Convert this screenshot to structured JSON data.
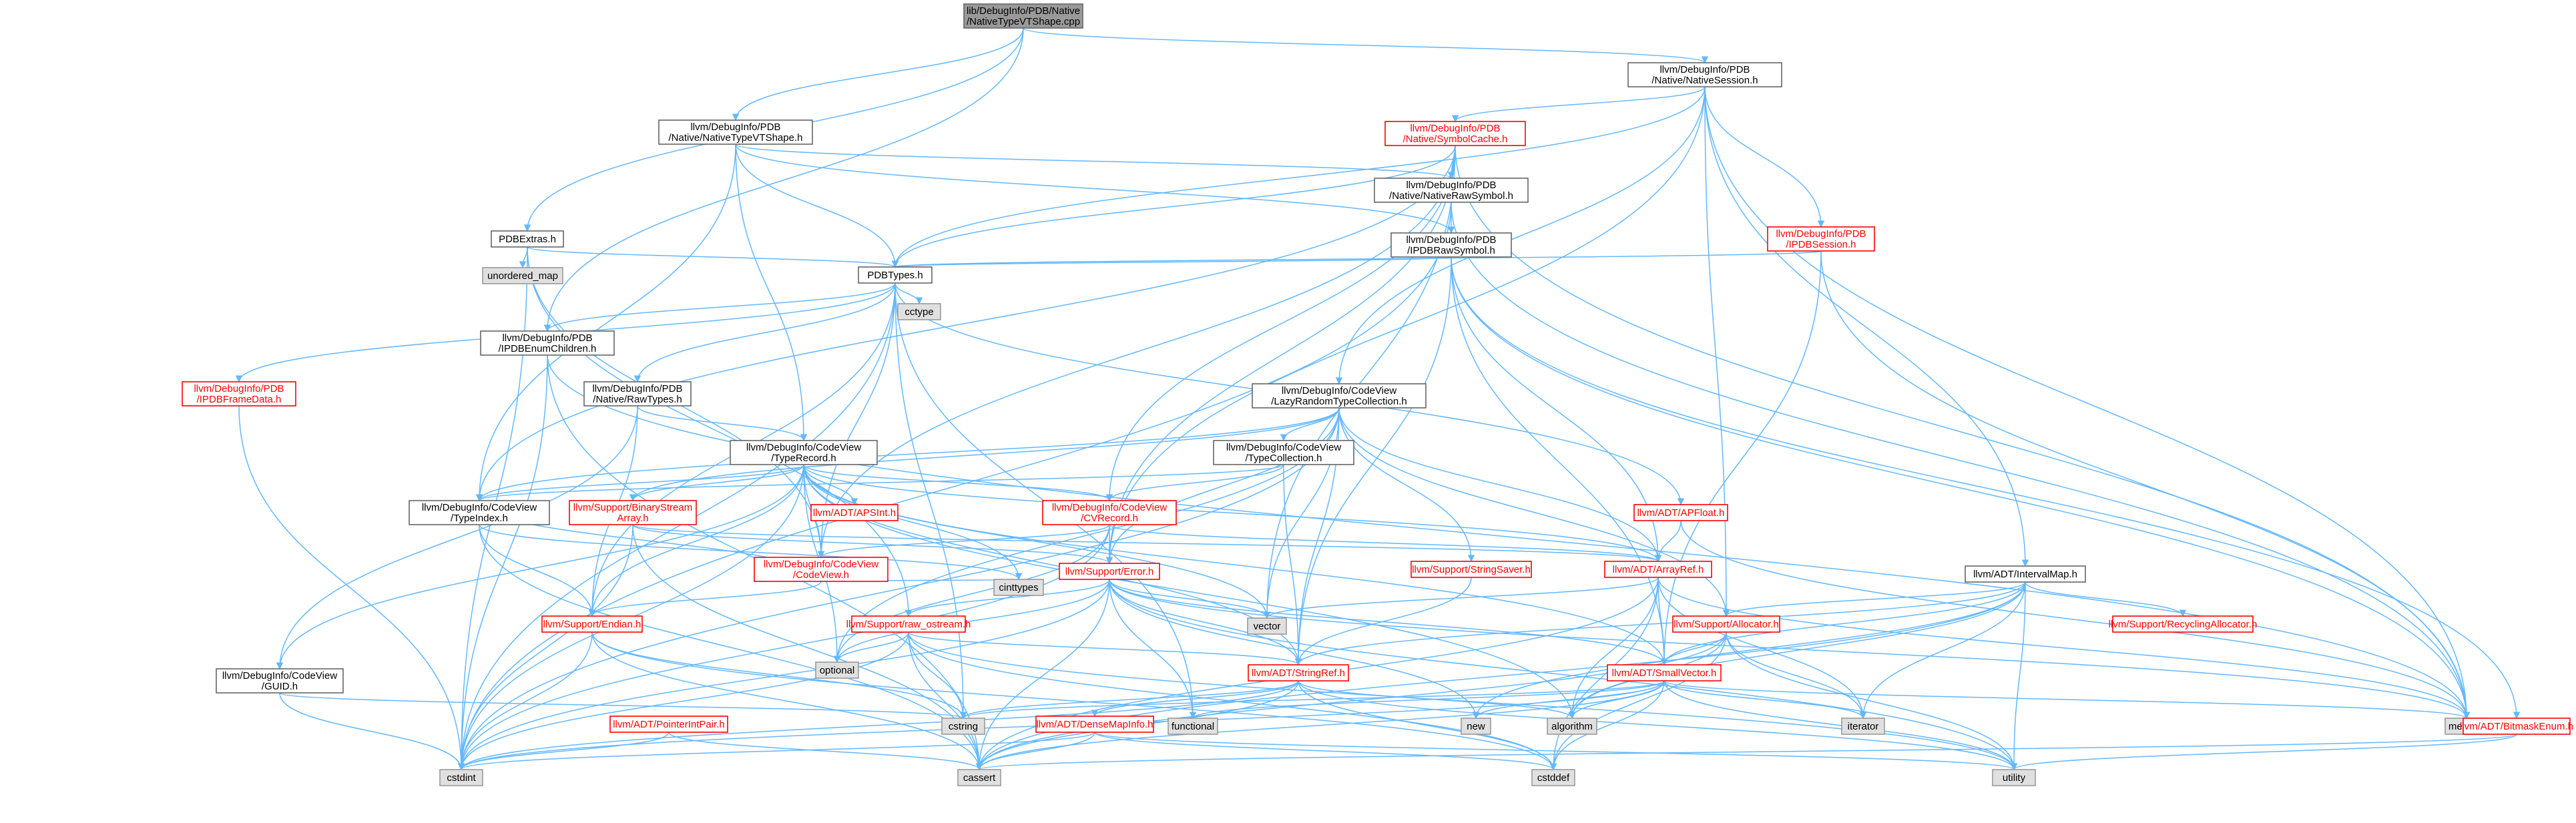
{
  "graph": {
    "colors": {
      "edge": "#63b8ff",
      "root_fill": "#999999",
      "root_stroke": "#666666",
      "internal_fill": "#ffffff",
      "internal_stroke": "#666666",
      "truncated_fill": "#ffffff",
      "truncated_stroke": "#ff0000",
      "truncated_text": "#ff0000",
      "external_fill": "#e0e0e0",
      "external_stroke": "#999999",
      "text": "#000000"
    },
    "nodes": [
      {
        "id": "root",
        "kind": "root",
        "lines": [
          "lib/DebugInfo/PDB/Native",
          "/NativeTypeVTShape.cpp"
        ]
      },
      {
        "id": "native_session",
        "kind": "internal",
        "lines": [
          "llvm/DebugInfo/PDB",
          "/Native/NativeSession.h"
        ]
      },
      {
        "id": "native_vtshape",
        "kind": "internal",
        "lines": [
          "llvm/DebugInfo/PDB",
          "/Native/NativeTypeVTShape.h"
        ]
      },
      {
        "id": "symbol_cache",
        "kind": "truncated",
        "lines": [
          "llvm/DebugInfo/PDB",
          "/Native/SymbolCache.h"
        ]
      },
      {
        "id": "native_raw_symbol",
        "kind": "internal",
        "lines": [
          "llvm/DebugInfo/PDB",
          "/Native/NativeRawSymbol.h"
        ]
      },
      {
        "id": "pdb_extras",
        "kind": "internal",
        "lines": [
          "PDBExtras.h"
        ]
      },
      {
        "id": "ipdb_raw_symbol",
        "kind": "internal",
        "lines": [
          "llvm/DebugInfo/PDB",
          "/IPDBRawSymbol.h"
        ]
      },
      {
        "id": "ipdb_session",
        "kind": "truncated",
        "lines": [
          "llvm/DebugInfo/PDB",
          "/IPDBSession.h"
        ]
      },
      {
        "id": "unordered_map",
        "kind": "external",
        "lines": [
          "unordered_map"
        ]
      },
      {
        "id": "pdb_types",
        "kind": "internal",
        "lines": [
          "PDBTypes.h"
        ]
      },
      {
        "id": "cctype",
        "kind": "external",
        "lines": [
          "cctype"
        ]
      },
      {
        "id": "ipdb_enum_children",
        "kind": "internal",
        "lines": [
          "llvm/DebugInfo/PDB",
          "/IPDBEnumChildren.h"
        ]
      },
      {
        "id": "ipdb_frame_data",
        "kind": "truncated",
        "lines": [
          "llvm/DebugInfo/PDB",
          "/IPDBFrameData.h"
        ]
      },
      {
        "id": "native_raw_types",
        "kind": "internal",
        "lines": [
          "llvm/DebugInfo/PDB",
          "/Native/RawTypes.h"
        ]
      },
      {
        "id": "lazy_random",
        "kind": "internal",
        "lines": [
          "llvm/DebugInfo/CodeView",
          "/LazyRandomTypeCollection.h"
        ]
      },
      {
        "id": "type_record",
        "kind": "internal",
        "lines": [
          "llvm/DebugInfo/CodeView",
          "/TypeRecord.h"
        ]
      },
      {
        "id": "type_collection",
        "kind": "internal",
        "lines": [
          "llvm/DebugInfo/CodeView",
          "/TypeCollection.h"
        ]
      },
      {
        "id": "interval_map",
        "kind": "internal",
        "lines": [
          "llvm/ADT/IntervalMap.h"
        ]
      },
      {
        "id": "type_index",
        "kind": "internal",
        "lines": [
          "llvm/DebugInfo/CodeView",
          "/TypeIndex.h"
        ]
      },
      {
        "id": "binary_stream_array",
        "kind": "truncated",
        "lines": [
          "llvm/Support/BinaryStream",
          "Array.h"
        ]
      },
      {
        "id": "apsint",
        "kind": "truncated",
        "lines": [
          "llvm/ADT/APSInt.h"
        ]
      },
      {
        "id": "cv_record",
        "kind": "truncated",
        "lines": [
          "llvm/DebugInfo/CodeView",
          "/CVRecord.h"
        ]
      },
      {
        "id": "apfloat",
        "kind": "truncated",
        "lines": [
          "llvm/ADT/APFloat.h"
        ]
      },
      {
        "id": "codeview",
        "kind": "truncated",
        "lines": [
          "llvm/DebugInfo/CodeView",
          "/CodeView.h"
        ]
      },
      {
        "id": "string_saver",
        "kind": "truncated",
        "lines": [
          "llvm/Support/StringSaver.h"
        ]
      },
      {
        "id": "array_ref",
        "kind": "truncated",
        "lines": [
          "llvm/ADT/ArrayRef.h"
        ]
      },
      {
        "id": "support_error",
        "kind": "truncated",
        "lines": [
          "llvm/Support/Error.h"
        ]
      },
      {
        "id": "cinttypes",
        "kind": "external",
        "lines": [
          "cinttypes"
        ]
      },
      {
        "id": "support_endian",
        "kind": "truncated",
        "lines": [
          "llvm/Support/Endian.h"
        ]
      },
      {
        "id": "raw_ostream",
        "kind": "truncated",
        "lines": [
          "llvm/Support/raw_ostream.h"
        ]
      },
      {
        "id": "vector",
        "kind": "external",
        "lines": [
          "vector"
        ]
      },
      {
        "id": "support_allocator",
        "kind": "truncated",
        "lines": [
          "llvm/Support/Allocator.h"
        ]
      },
      {
        "id": "recycling_allocator",
        "kind": "truncated",
        "lines": [
          "llvm/Support/RecyclingAllocator.h"
        ]
      },
      {
        "id": "guid",
        "kind": "internal",
        "lines": [
          "llvm/DebugInfo/CodeView",
          "/GUID.h"
        ]
      },
      {
        "id": "optional",
        "kind": "external",
        "lines": [
          "optional"
        ]
      },
      {
        "id": "string_ref",
        "kind": "truncated",
        "lines": [
          "llvm/ADT/StringRef.h"
        ]
      },
      {
        "id": "small_vector",
        "kind": "truncated",
        "lines": [
          "llvm/ADT/SmallVector.h"
        ]
      },
      {
        "id": "pointer_int_pair",
        "kind": "truncated",
        "lines": [
          "llvm/ADT/PointerIntPair.h"
        ]
      },
      {
        "id": "dense_map_info",
        "kind": "truncated",
        "lines": [
          "llvm/ADT/DenseMapInfo.h"
        ]
      },
      {
        "id": "cstring",
        "kind": "external",
        "lines": [
          "cstring"
        ]
      },
      {
        "id": "functional",
        "kind": "external",
        "lines": [
          "functional"
        ]
      },
      {
        "id": "new",
        "kind": "external",
        "lines": [
          "new"
        ]
      },
      {
        "id": "algorithm",
        "kind": "external",
        "lines": [
          "algorithm"
        ]
      },
      {
        "id": "iterator",
        "kind": "external",
        "lines": [
          "iterator"
        ]
      },
      {
        "id": "memory",
        "kind": "external",
        "lines": [
          "memory"
        ]
      },
      {
        "id": "bitmask_enum",
        "kind": "truncated",
        "lines": [
          "llvm/ADT/BitmaskEnum.h"
        ]
      },
      {
        "id": "cstdint",
        "kind": "external",
        "lines": [
          "cstdint"
        ]
      },
      {
        "id": "cassert",
        "kind": "external",
        "lines": [
          "cassert"
        ]
      },
      {
        "id": "cstddef",
        "kind": "external",
        "lines": [
          "cstddef"
        ]
      },
      {
        "id": "utility",
        "kind": "external",
        "lines": [
          "utility"
        ]
      }
    ],
    "edges": [
      [
        "root",
        "native_session"
      ],
      [
        "root",
        "native_vtshape"
      ],
      [
        "root",
        "pdb_extras"
      ],
      [
        "root",
        "ipdb_enum_children"
      ],
      [
        "native_session",
        "symbol_cache"
      ],
      [
        "native_session",
        "ipdb_session"
      ],
      [
        "native_session",
        "pdb_types"
      ],
      [
        "native_session",
        "interval_map"
      ],
      [
        "native_session",
        "support_allocator"
      ],
      [
        "native_session",
        "support_error"
      ],
      [
        "native_session",
        "memory"
      ],
      [
        "native_session",
        "lazy_random"
      ],
      [
        "native_vtshape",
        "native_raw_symbol"
      ],
      [
        "native_vtshape",
        "pdb_types"
      ],
      [
        "native_vtshape",
        "type_record"
      ],
      [
        "native_vtshape",
        "type_index"
      ],
      [
        "native_vtshape",
        "ipdb_raw_symbol"
      ],
      [
        "symbol_cache",
        "native_raw_symbol"
      ],
      [
        "symbol_cache",
        "pdb_types"
      ],
      [
        "symbol_cache",
        "type_index"
      ],
      [
        "symbol_cache",
        "codeview"
      ],
      [
        "symbol_cache",
        "cv_record"
      ],
      [
        "symbol_cache",
        "vector"
      ],
      [
        "symbol_cache",
        "memory"
      ],
      [
        "symbol_cache",
        "support_error"
      ],
      [
        "native_raw_symbol",
        "ipdb_raw_symbol"
      ],
      [
        "native_raw_symbol",
        "cstdint"
      ],
      [
        "native_raw_symbol",
        "memory"
      ],
      [
        "ipdb_raw_symbol",
        "pdb_types"
      ],
      [
        "ipdb_raw_symbol",
        "array_ref"
      ],
      [
        "ipdb_raw_symbol",
        "small_vector"
      ],
      [
        "ipdb_raw_symbol",
        "string_ref"
      ],
      [
        "ipdb_raw_symbol",
        "memory"
      ],
      [
        "ipdb_raw_symbol",
        "bitmask_enum"
      ],
      [
        "ipdb_session",
        "pdb_types"
      ],
      [
        "ipdb_session",
        "memory"
      ],
      [
        "ipdb_session",
        "small_vector"
      ],
      [
        "pdb_extras",
        "unordered_map"
      ],
      [
        "pdb_extras",
        "pdb_types"
      ],
      [
        "pdb_extras",
        "codeview"
      ],
      [
        "pdb_extras",
        "raw_ostream"
      ],
      [
        "pdb_extras",
        "cstdint"
      ],
      [
        "pdb_types",
        "cctype"
      ],
      [
        "pdb_types",
        "ipdb_enum_children"
      ],
      [
        "pdb_types",
        "ipdb_frame_data"
      ],
      [
        "pdb_types",
        "native_raw_types"
      ],
      [
        "pdb_types",
        "codeview"
      ],
      [
        "pdb_types",
        "apfloat"
      ],
      [
        "pdb_types",
        "support_endian"
      ],
      [
        "pdb_types",
        "cstdint"
      ],
      [
        "pdb_types",
        "cstring"
      ],
      [
        "pdb_types",
        "functional"
      ],
      [
        "ipdb_enum_children",
        "cassert"
      ],
      [
        "ipdb_enum_children",
        "cstdint"
      ],
      [
        "ipdb_enum_children",
        "memory"
      ],
      [
        "ipdb_frame_data",
        "cstdint"
      ],
      [
        "native_raw_types",
        "guid"
      ],
      [
        "native_raw_types",
        "type_record"
      ],
      [
        "native_raw_types",
        "support_endian"
      ],
      [
        "lazy_random",
        "type_collection"
      ],
      [
        "lazy_random",
        "type_index"
      ],
      [
        "lazy_random",
        "array_ref"
      ],
      [
        "lazy_random",
        "optional"
      ],
      [
        "lazy_random",
        "string_saver"
      ],
      [
        "lazy_random",
        "binary_stream_array"
      ],
      [
        "lazy_random",
        "support_error"
      ],
      [
        "lazy_random",
        "string_ref"
      ],
      [
        "lazy_random",
        "vector"
      ],
      [
        "lazy_random",
        "cstdint"
      ],
      [
        "lazy_random",
        "support_allocator"
      ],
      [
        "type_record",
        "apsint"
      ],
      [
        "type_record",
        "array_ref"
      ],
      [
        "type_record",
        "optional"
      ],
      [
        "type_record",
        "small_vector"
      ],
      [
        "type_record",
        "string_ref"
      ],
      [
        "type_record",
        "codeview"
      ],
      [
        "type_record",
        "cv_record"
      ],
      [
        "type_record",
        "guid"
      ],
      [
        "type_record",
        "type_index"
      ],
      [
        "type_record",
        "binary_stream_array"
      ],
      [
        "type_record",
        "support_endian"
      ],
      [
        "type_record",
        "cinttypes"
      ],
      [
        "type_record",
        "cstdint"
      ],
      [
        "type_record",
        "vector"
      ],
      [
        "type_record",
        "algorithm"
      ],
      [
        "type_collection",
        "type_index"
      ],
      [
        "type_collection",
        "string_ref"
      ],
      [
        "type_collection",
        "cv_record"
      ],
      [
        "interval_map",
        "recycling_allocator"
      ],
      [
        "interval_map",
        "support_allocator"
      ],
      [
        "interval_map",
        "small_vector"
      ],
      [
        "interval_map",
        "cassert"
      ],
      [
        "interval_map",
        "iterator"
      ],
      [
        "interval_map",
        "new"
      ],
      [
        "interval_map",
        "utility"
      ],
      [
        "interval_map",
        "algorithm"
      ],
      [
        "interval_map",
        "string_ref"
      ],
      [
        "type_index",
        "support_endian"
      ],
      [
        "type_index",
        "cassert"
      ],
      [
        "type_index",
        "cinttypes"
      ],
      [
        "binary_stream_array",
        "array_ref"
      ],
      [
        "binary_stream_array",
        "support_error"
      ],
      [
        "binary_stream_array",
        "cassert"
      ],
      [
        "binary_stream_array",
        "cstdint"
      ],
      [
        "cv_record",
        "codeview"
      ],
      [
        "cv_record",
        "array_ref"
      ],
      [
        "cv_record",
        "support_error"
      ],
      [
        "cv_record",
        "optional"
      ],
      [
        "cv_record",
        "cstdint"
      ],
      [
        "apfloat",
        "array_ref"
      ],
      [
        "apfloat",
        "memory"
      ],
      [
        "codeview",
        "support_endian"
      ],
      [
        "codeview",
        "cinttypes"
      ],
      [
        "codeview",
        "type_index"
      ],
      [
        "string_saver",
        "string_ref"
      ],
      [
        "array_ref",
        "small_vector"
      ],
      [
        "array_ref",
        "algorithm"
      ],
      [
        "array_ref",
        "vector"
      ],
      [
        "array_ref",
        "memory"
      ],
      [
        "array_ref",
        "cassert"
      ],
      [
        "array_ref",
        "cstddef"
      ],
      [
        "array_ref",
        "iterator"
      ],
      [
        "support_error",
        "raw_ostream"
      ],
      [
        "support_error",
        "string_ref"
      ],
      [
        "support_error",
        "small_vector"
      ],
      [
        "support_error",
        "cassert"
      ],
      [
        "support_error",
        "cstdint"
      ],
      [
        "support_error",
        "cstdlib"
      ],
      [
        "support_error",
        "functional"
      ],
      [
        "support_error",
        "memory"
      ],
      [
        "support_error",
        "new"
      ],
      [
        "support_error",
        "optional"
      ],
      [
        "support_error",
        "vector"
      ],
      [
        "support_error",
        "utility"
      ],
      [
        "support_endian",
        "cassert"
      ],
      [
        "support_endian",
        "cstddef"
      ],
      [
        "support_endian",
        "cstdint"
      ],
      [
        "support_endian",
        "cstring"
      ],
      [
        "raw_ostream",
        "string_ref"
      ],
      [
        "raw_ostream",
        "cassert"
      ],
      [
        "raw_ostream",
        "cstddef"
      ],
      [
        "raw_ostream",
        "cstdint"
      ],
      [
        "raw_ostream",
        "cstring"
      ],
      [
        "raw_ostream",
        "optional"
      ],
      [
        "raw_ostream",
        "utility"
      ],
      [
        "support_allocator",
        "small_vector"
      ],
      [
        "support_allocator",
        "algorithm"
      ],
      [
        "support_allocator",
        "cassert"
      ],
      [
        "support_allocator",
        "cstddef"
      ],
      [
        "support_allocator",
        "iterator"
      ],
      [
        "support_allocator",
        "utility"
      ],
      [
        "guid",
        "cstdint"
      ],
      [
        "guid",
        "cstring"
      ],
      [
        "string_ref",
        "dense_map_info"
      ],
      [
        "string_ref",
        "cassert"
      ],
      [
        "string_ref",
        "cstddef"
      ],
      [
        "string_ref",
        "cstring"
      ],
      [
        "string_ref",
        "algorithm"
      ],
      [
        "string_ref",
        "utility"
      ],
      [
        "string_ref",
        "cstdint"
      ],
      [
        "small_vector",
        "algorithm"
      ],
      [
        "small_vector",
        "cassert"
      ],
      [
        "small_vector",
        "cstddef"
      ],
      [
        "small_vector",
        "cstdint"
      ],
      [
        "small_vector",
        "cstring"
      ],
      [
        "small_vector",
        "functional"
      ],
      [
        "small_vector",
        "iterator"
      ],
      [
        "small_vector",
        "memory"
      ],
      [
        "small_vector",
        "new"
      ],
      [
        "small_vector",
        "utility"
      ],
      [
        "pointer_int_pair",
        "cassert"
      ],
      [
        "pointer_int_pair",
        "cstdint"
      ],
      [
        "dense_map_info",
        "cassert"
      ],
      [
        "dense_map_info",
        "cstddef"
      ],
      [
        "dense_map_info",
        "cstdint"
      ],
      [
        "dense_map_info",
        "utility"
      ],
      [
        "bitmask_enum",
        "cassert"
      ],
      [
        "bitmask_enum",
        "utility"
      ]
    ]
  }
}
